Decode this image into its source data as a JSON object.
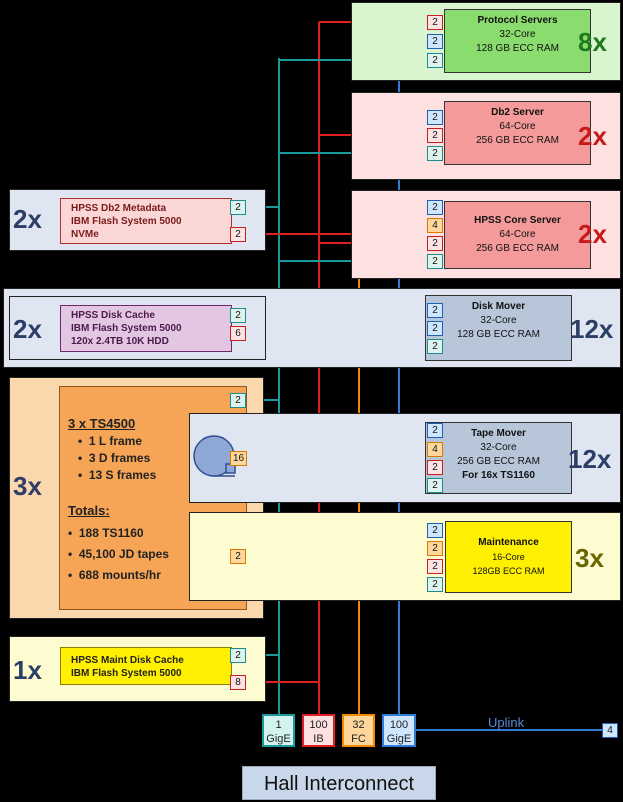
{
  "colors": {
    "ib": "#e02020",
    "gige1": "#1a9a9a",
    "fc": "#f08a00",
    "gige100": "#2f7bd6",
    "green_mult": "#1f7a1f",
    "red_mult": "#c61a1a",
    "blue_mult": "#2c3e66",
    "olive_mult": "#6b6500"
  },
  "servers": [
    {
      "title": "Protocol Servers",
      "l2": "32-Core",
      "l3": "128 GB ECC RAM",
      "mult": "8x",
      "ports": [
        "2",
        "2",
        "2"
      ]
    },
    {
      "title": "Db2 Server",
      "l2": "64-Core",
      "l3": "256 GB ECC RAM",
      "mult": "2x",
      "ports": [
        "2",
        "2",
        "2"
      ]
    },
    {
      "title": "HPSS Core Server",
      "l2": "64-Core",
      "l3": "256 GB ECC RAM",
      "mult": "2x",
      "ports": [
        "2",
        "4",
        "2",
        "2"
      ]
    },
    {
      "title": "Disk Mover",
      "l2": "32-Core",
      "l3": "128 GB ECC RAM",
      "mult": "12x",
      "ports": [
        "2",
        "2",
        "2"
      ]
    },
    {
      "title": "Tape Mover",
      "l2": "32-Core",
      "l3": "256 GB ECC RAM",
      "l4": "For 16x TS1160",
      "mult": "12x",
      "ports": [
        "2",
        "4",
        "2",
        "2"
      ]
    },
    {
      "title": "Maintenance",
      "l2": "16-Core",
      "l3": "128GB ECC RAM",
      "mult": "3x",
      "ports": [
        "2",
        "2",
        "2",
        "2"
      ]
    }
  ],
  "storage": [
    {
      "mult": "2x",
      "l1": "HPSS Db2 Metadata",
      "l2": "IBM Flash System 5000",
      "l3": "NVMe",
      "ports": [
        "2",
        "2"
      ]
    },
    {
      "mult": "2x",
      "l1": "HPSS Disk Cache",
      "l2": "IBM Flash System 5000",
      "l3": "120x 2.4TB 10K HDD",
      "ports": [
        "2",
        "6"
      ]
    },
    {
      "mult": "1x",
      "l1": "HPSS Maint Disk Cache",
      "l2": "IBM Flash System 5000",
      "ports": [
        "2",
        "8"
      ]
    }
  ],
  "library": {
    "mult": "3x",
    "title": "3 x TS4500",
    "frames": [
      "1 L frame",
      "3 D frames",
      "13 S frames"
    ],
    "totals_title": "Totals:",
    "totals": [
      "188 TS1160",
      "45,100 JD tapes",
      "688 mounts/hr"
    ],
    "port": "2",
    "tape_port": "16",
    "maint_port": "2"
  },
  "switches": [
    {
      "l1": "1",
      "l2": "GigE"
    },
    {
      "l1": "100",
      "l2": "IB"
    },
    {
      "l1": "32",
      "l2": "FC"
    },
    {
      "l1": "100",
      "l2": "GigE"
    }
  ],
  "uplink": {
    "label": "Uplink",
    "port": "4"
  },
  "hall": "Hall Interconnect"
}
